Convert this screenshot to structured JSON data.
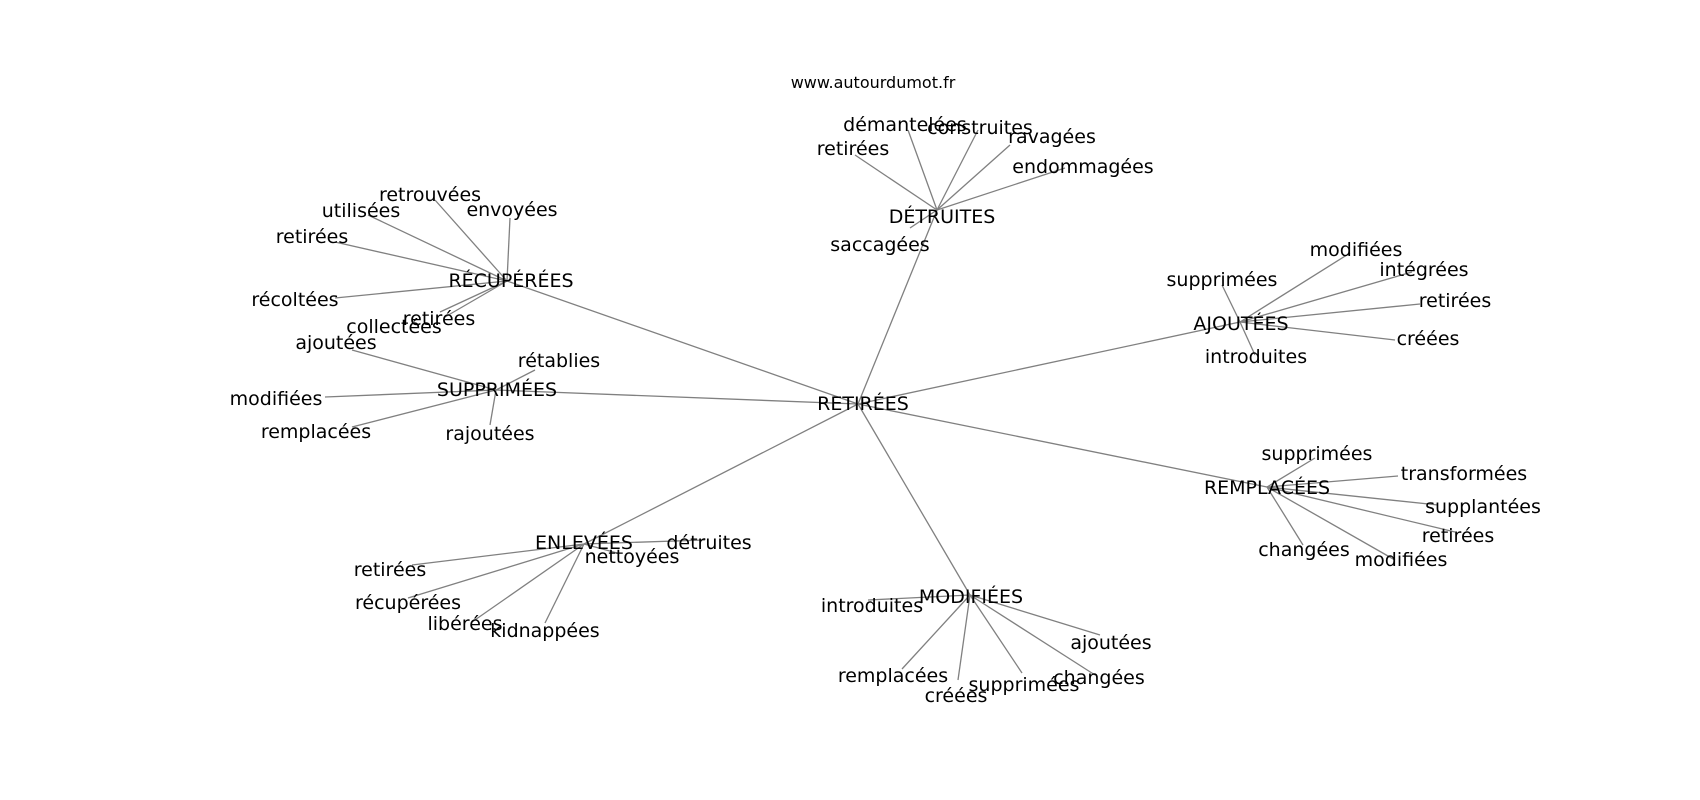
{
  "site": "www.autourdumot.fr",
  "center": "RETIRÉES",
  "groups": [
    {
      "id": "detruites",
      "label": "DÉTRUITES",
      "leaves": [
        "retirées",
        "démantelées",
        "construites",
        "ravagées",
        "endommagées",
        "saccagées"
      ]
    },
    {
      "id": "recuperees",
      "label": "RÉCUPÉRÉES",
      "leaves": [
        "retrouvées",
        "utilisées",
        "envoyées",
        "retirées",
        "récoltées",
        "collectées",
        "retirées"
      ]
    },
    {
      "id": "supprimees",
      "label": "SUPPRIMÉES",
      "leaves": [
        "ajoutées",
        "rétablies",
        "modifiées",
        "remplacées",
        "rajoutées"
      ]
    },
    {
      "id": "ajoutees",
      "label": "AJOUTÉES",
      "leaves": [
        "supprimées",
        "modifiées",
        "intégrées",
        "retirées",
        "créées",
        "introduites"
      ]
    },
    {
      "id": "remplacees",
      "label": "REMPLACÉES",
      "leaves": [
        "supprimées",
        "transformées",
        "supplantées",
        "retirées",
        "modifiées",
        "changées"
      ]
    },
    {
      "id": "enlevees",
      "label": "ENLEVÉES",
      "leaves": [
        "détruites",
        "nettoyées",
        "retirées",
        "récupérées",
        "libérées",
        "kidnappées"
      ]
    },
    {
      "id": "modifiees",
      "label": "MODIFIÉES",
      "leaves": [
        "introduites",
        "ajoutées",
        "changées",
        "supprimées",
        "créées",
        "remplacées"
      ]
    }
  ]
}
